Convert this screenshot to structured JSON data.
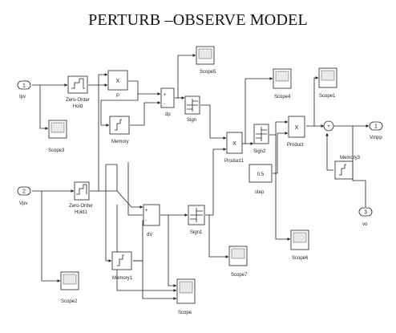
{
  "title": "PERTURB –OBSERVE MODEL",
  "blocks": {
    "ipv": {
      "num": "1",
      "label": "Ipv"
    },
    "vpv": {
      "num": "2",
      "label": "Vpv"
    },
    "vo": {
      "num": "3",
      "label": "vo"
    },
    "vmpp": {
      "num": "1",
      "label": "Vmpp"
    },
    "zoh1": {
      "label1": "Zero-Order",
      "label2": "Hold"
    },
    "zoh2": {
      "label1": "Zero-Order",
      "label2": "Hold1"
    },
    "prod_p": {
      "sym": "X",
      "label": "P"
    },
    "memory": {
      "label": "Memory"
    },
    "memory1": {
      "label": "Memory1"
    },
    "memory3": {
      "label": "Memory3"
    },
    "dp": {
      "label": "dp"
    },
    "dv": {
      "label": "dV"
    },
    "sign": {
      "label": "Sign"
    },
    "sign1": {
      "label": "Sign1"
    },
    "sign2": {
      "label": "Sign2"
    },
    "product1": {
      "sym": "X",
      "label": "Product1"
    },
    "product": {
      "sym": "X",
      "label": "Product"
    },
    "step": {
      "value": "0.5",
      "label": "step"
    },
    "sum": {
      "sym": "+"
    },
    "scope": {
      "label": "Scope"
    },
    "scope1": {
      "label": "Scope1"
    },
    "scope2": {
      "label": "Scope2"
    },
    "scope3": {
      "label": "Scope3"
    },
    "scope4": {
      "label": "Scope4"
    },
    "scope5": {
      "label": "Scope5"
    },
    "scope6": {
      "label": "Scope6"
    },
    "scope7": {
      "label": "Scope7"
    }
  }
}
